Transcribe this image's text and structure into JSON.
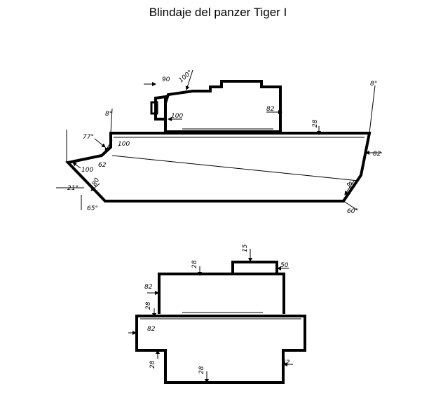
{
  "title": "Blindaje del panzer Tiger I",
  "side_view": {
    "labels": {
      "turret_top": "90",
      "turret_front_angle": "100°",
      "mantlet": "100",
      "turret_side": "82",
      "upper_angle": "8°",
      "hull_top": "28",
      "rear_angle": "8°",
      "rear_plate": "82",
      "glacis_angle": "77°",
      "front_upper": "100",
      "front_lower": "62",
      "nose": "100",
      "bottom_front": "80",
      "nose_angle": "21°",
      "lower_angle": "65°",
      "rear_lower": "82",
      "rear_bottom_angle": "60°"
    }
  },
  "top_view": {
    "labels": {
      "cupola": "15",
      "cupola_side": "50",
      "turret_roof": "28",
      "turret_wall": "82",
      "hull_deck": "28",
      "hull_side": "82",
      "sponson_floor": "28",
      "hull_floor": "28",
      "hull_rear": "62"
    }
  }
}
